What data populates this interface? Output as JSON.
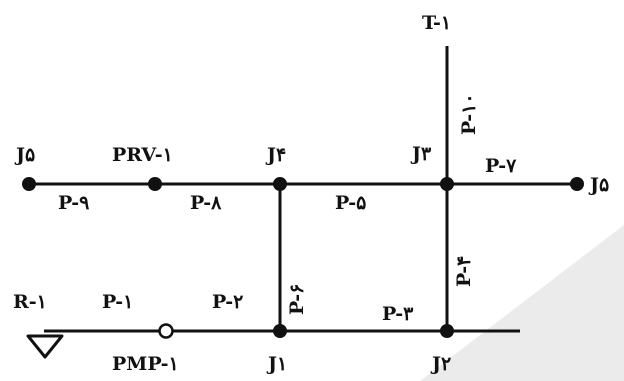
{
  "diagram": {
    "labels": {
      "t1": "T-۱",
      "j3": "J۳",
      "j5_right": "J۵",
      "p10": "P-۱۰",
      "p7": "P-۷",
      "j5_left": "J۵",
      "prv1": "PRV-۱",
      "j4": "J۴",
      "p9": "P-۹",
      "p8": "P-۸",
      "p5": "P-۵",
      "p4": "P-۴",
      "p6": "P-۶",
      "r1": "R-۱",
      "p1": "P-۱",
      "p2": "P-۲",
      "p3": "P-۳",
      "pmp1": "PMP-۱",
      "j1": "J۱",
      "j2": "J۲"
    }
  }
}
